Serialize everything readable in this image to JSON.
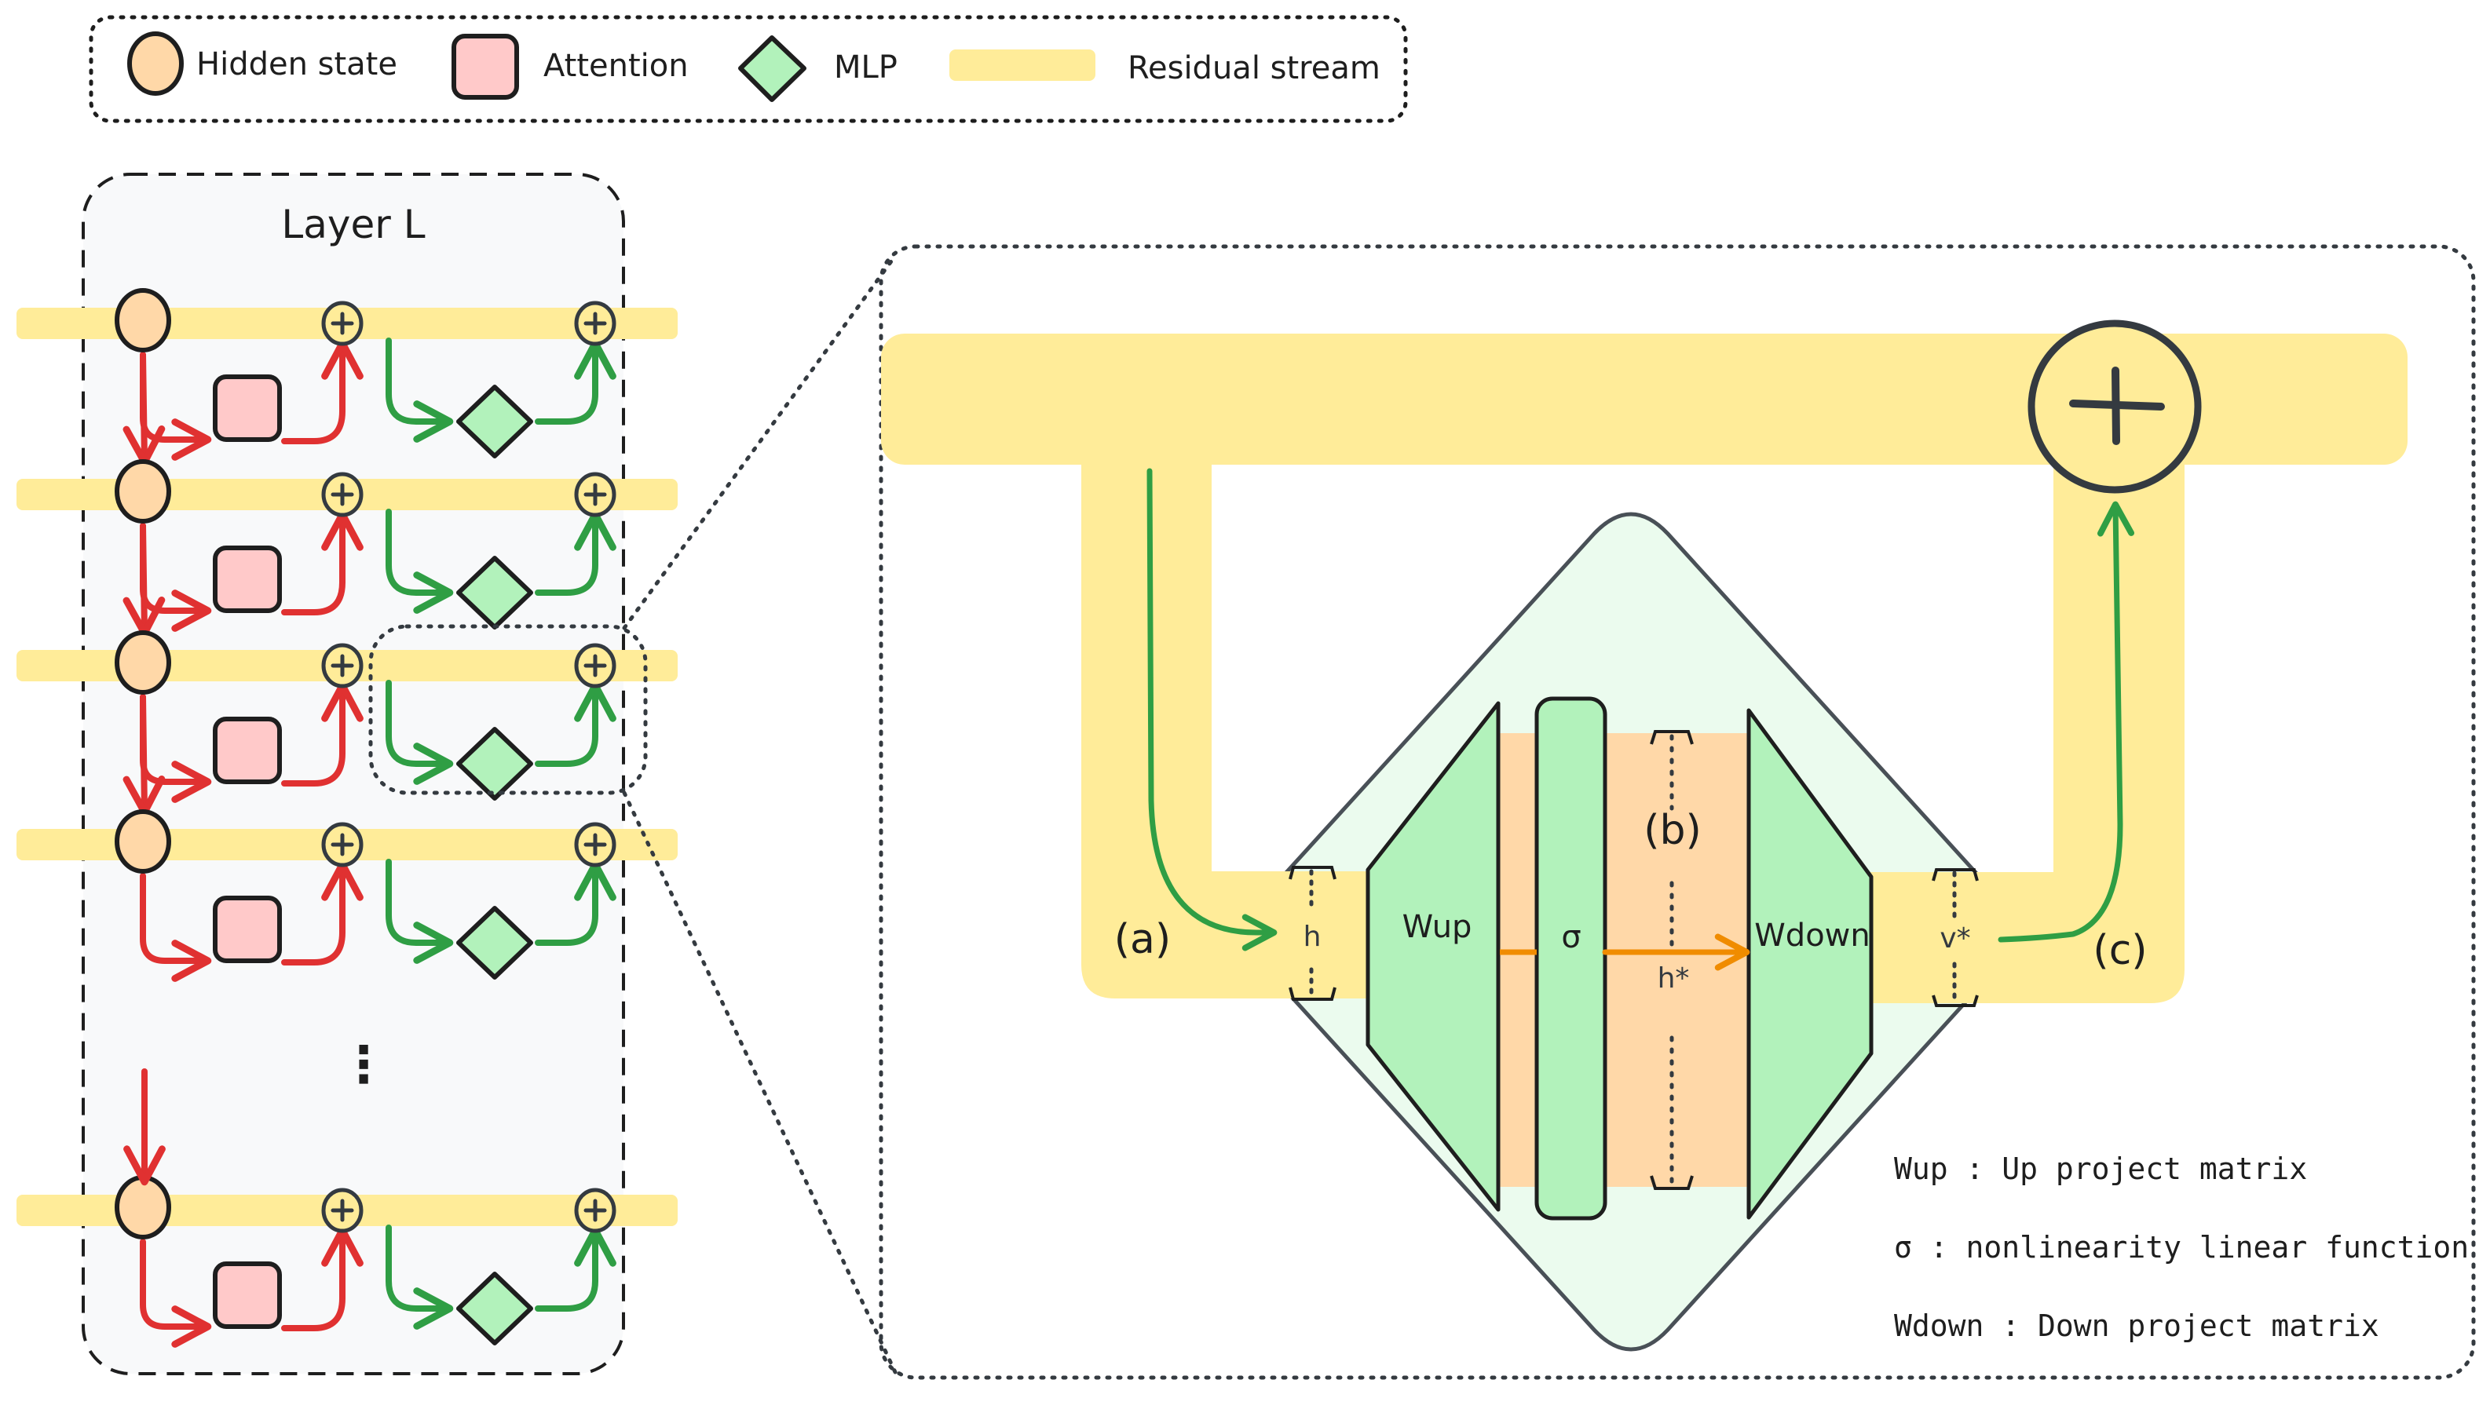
{
  "colors": {
    "hidden_state": "#ffd8a8",
    "attention": "#ffc9c9",
    "mlp": "#b2f2bb",
    "residual": "#ffec99",
    "attention_arrow": "#e03131",
    "mlp_arrow": "#2f9e44",
    "activation_arrow": "#f08c00",
    "intermediate_band": "#ffd8a8",
    "mlp_region": "#ebfbee",
    "layer_panel": "#f8f9fa",
    "stroke": "#1e1e1e"
  },
  "legend": {
    "items": [
      {
        "icon": "hidden-state-circle",
        "label": "Hidden state"
      },
      {
        "icon": "attention-square",
        "label": "Attention"
      },
      {
        "icon": "mlp-diamond",
        "label": "MLP"
      },
      {
        "icon": "residual-stream-bar",
        "label": "Residual stream"
      }
    ]
  },
  "layer_panel": {
    "title": "Layer L",
    "rows": 5,
    "ellipsis": "⋮",
    "highlighted_row": 3,
    "plus_symbol": "+"
  },
  "detail": {
    "plus_symbol": "+",
    "labels": {
      "a": "(a)",
      "b": "(b)",
      "c": "(c)"
    },
    "dims": {
      "h": "h",
      "h_star": "h*",
      "v_star": "v*"
    },
    "blocks": {
      "w_up": "Wup",
      "sigma": "σ",
      "w_down": "Wdown"
    },
    "notes": [
      "Wup : Up project matrix",
      "σ : nonlinearity linear function",
      "Wdown : Down project matrix"
    ]
  }
}
